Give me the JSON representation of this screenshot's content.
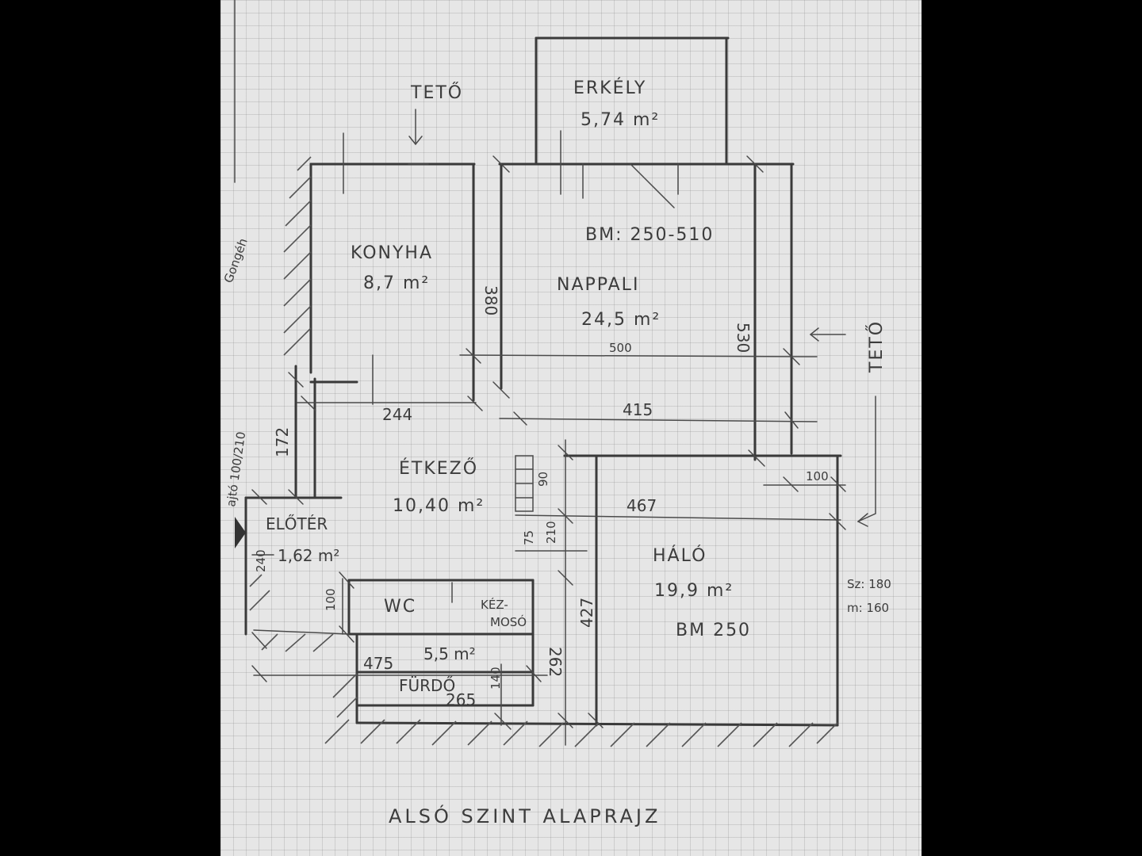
{
  "title": "ALSÓ SZINT ALAPRAJZ",
  "rooms": {
    "erkely": {
      "name": "ERKÉLY",
      "area": "5,74 m²"
    },
    "konyha": {
      "name": "KONYHA",
      "area": "8,7 m²"
    },
    "nappali": {
      "name": "NAPPALI",
      "area": "24,5 m²",
      "note": "BM: 250-510"
    },
    "etkezo": {
      "name": "ÉTKEZŐ",
      "area": "10,40 m²"
    },
    "eloter": {
      "name": "ELŐTÉR",
      "area": "1,62 m²"
    },
    "wc": {
      "name": "WC"
    },
    "kezmoso": {
      "name_1": "KÉZ-",
      "name_2": "MOSÓ"
    },
    "furdo": {
      "name": "FÜRDŐ",
      "area": "5,5 m²"
    },
    "halo": {
      "name": "HÁLÓ",
      "area": "19,9 m²",
      "note": "BM 250"
    }
  },
  "annotations": {
    "teto_top": "TETŐ",
    "teto_right": "TETŐ",
    "gomgeh": "Gongéh",
    "door_left": "ajtó 100/210",
    "window_1": "Sz: 180",
    "window_2": "m: 160"
  },
  "dimensions": {
    "d380": "380",
    "d530": "530",
    "d500": "500",
    "d415": "415",
    "d244": "244",
    "d172": "172",
    "d100": "100",
    "d467": "467",
    "d90": "90",
    "d210": "210",
    "d75": "75",
    "d240": "240",
    "d100b": "100",
    "d475": "475",
    "d265": "265",
    "d140": "140",
    "d262": "262",
    "d427": "427"
  },
  "colors": {
    "paper": "#e6e6e6",
    "pencil": "#3c3c3c",
    "background": "#000000"
  }
}
